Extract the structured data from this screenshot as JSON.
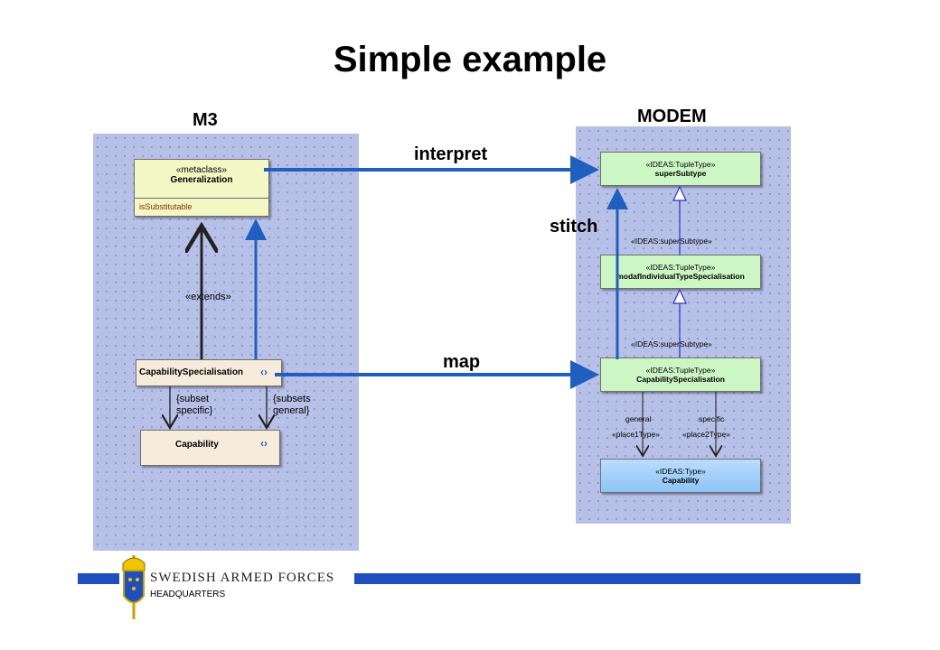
{
  "title": "Simple example",
  "left_panel": {
    "label": "M3",
    "generalization": {
      "stereotype": "«metaclass»",
      "name": "Generalization",
      "attribute": "isSubstitutable"
    },
    "extends_label": "«extends»",
    "capability_specialisation": "CapabilitySpecialisation",
    "capability": "Capability",
    "subset_specific": [
      "{subset",
      "specific}"
    ],
    "subsets_general": [
      "{subsets",
      "general}"
    ]
  },
  "right_panel": {
    "label": "MODEM",
    "super_subtype": {
      "stereotype": "«IDEAS:TupleType»",
      "name": "superSubtype"
    },
    "modaf_spec": {
      "stereotype": "«IDEAS:TupleType»",
      "name": "modafIndividualTypeSpecialisation"
    },
    "cap_spec": {
      "stereotype": "«IDEAS:TupleType»",
      "name": "CapabilitySpecialisation"
    },
    "capability": {
      "stereotype": "«IDEAS:Type»",
      "name": "Capability"
    },
    "link1": "«IDEAS:superSubtype»",
    "link2": "«IDEAS:superSubtype»",
    "general": "general",
    "specific": "specific",
    "place1": "«place1Type»",
    "place2": "«place2Type»"
  },
  "arrows": {
    "interpret": "interpret",
    "map": "map",
    "stitch": "stitch"
  },
  "footer": {
    "org": "SWEDISH ARMED FORCES",
    "sub": "HEADQUARTERS"
  },
  "colors": {
    "panel": "#b7c0e6",
    "arrow_blue": "#1f5fbf",
    "footer_bar": "#1f4fbf"
  }
}
